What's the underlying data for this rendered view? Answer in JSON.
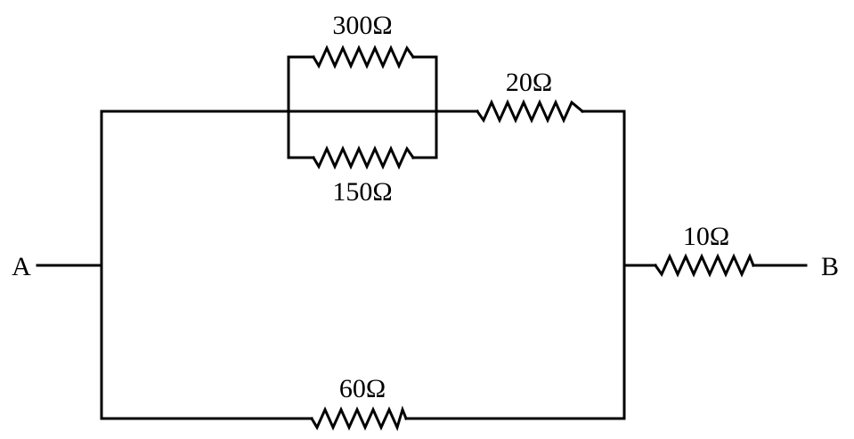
{
  "nodes": {
    "a": "A",
    "b": "B"
  },
  "resistors": {
    "r300": "300Ω",
    "r150": "150Ω",
    "r20": "20Ω",
    "r10": "10Ω",
    "r60": "60Ω"
  },
  "colors": {
    "ink": "#000000",
    "background": "#ffffff"
  }
}
